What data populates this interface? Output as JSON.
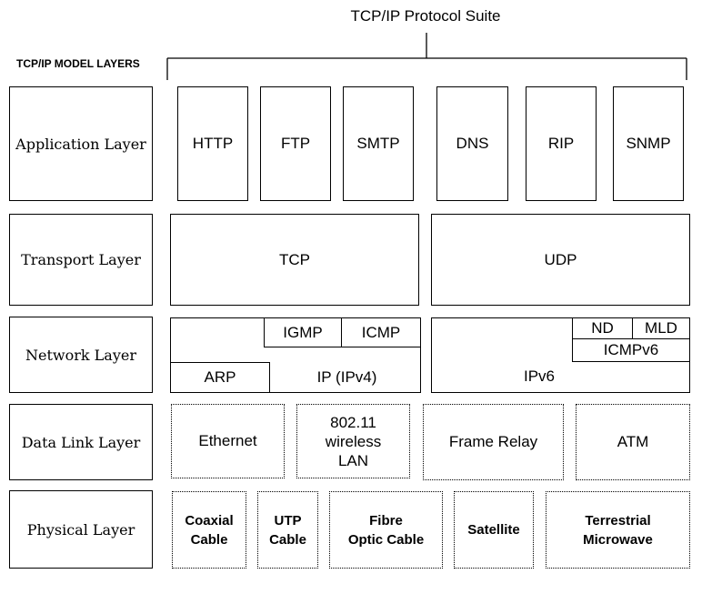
{
  "suite_title": "TCP/IP Protocol Suite",
  "model_title": "TCP/IP MODEL LAYERS",
  "layers": {
    "application": "Application Layer",
    "transport": "Transport Layer",
    "network": "Network Layer",
    "datalink": "Data Link Layer",
    "physical": "Physical Layer"
  },
  "application_protocols": [
    "HTTP",
    "FTP",
    "SMTP",
    "DNS",
    "RIP",
    "SNMP"
  ],
  "transport_protocols": [
    "TCP",
    "UDP"
  ],
  "network_ipv4": {
    "igmp": "IGMP",
    "icmp": "ICMP",
    "arp": "ARP",
    "ip": "IP (IPv4)"
  },
  "network_ipv6": {
    "nd": "ND",
    "mld": "MLD",
    "icmpv6": "ICMPv6",
    "ipv6": "IPv6"
  },
  "datalink": [
    "Ethernet",
    "802.11\nwireless\nLAN",
    "Frame Relay",
    "ATM"
  ],
  "physical": [
    "Coaxial\nCable",
    "UTP\nCable",
    "Fibre\nOptic Cable",
    "Satellite",
    "Terrestrial\nMicrowave"
  ]
}
